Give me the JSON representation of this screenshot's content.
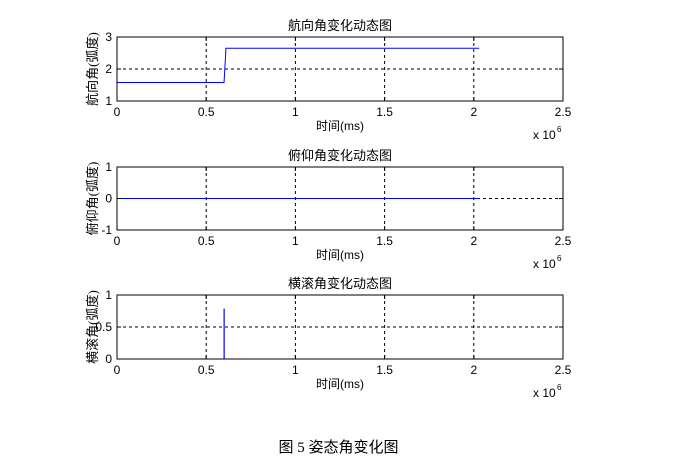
{
  "figure_caption": "图 5  姿态角变化图",
  "chart_data": [
    {
      "type": "line",
      "title": "航向角变化动态图",
      "xlabel": "时间(ms)",
      "ylabel": "航向角(弧度)",
      "xlim": [
        0,
        2.5
      ],
      "ylim": [
        1,
        3
      ],
      "x_exponent_label": "x 10",
      "x_exponent_power": "6",
      "xticks": [
        "0",
        "0.5",
        "1",
        "1.5",
        "2",
        "2.5"
      ],
      "yticks": [
        "1",
        "2",
        "3"
      ],
      "xtick_values": [
        0,
        0.5,
        1,
        1.5,
        2,
        2.5
      ],
      "ytick_values": [
        1,
        2,
        3
      ],
      "grid": "dashed",
      "series": [
        {
          "color": "#0000ff",
          "x": [
            0,
            0.6,
            0.6,
            0.61,
            0.61,
            2.03
          ],
          "y": [
            1.58,
            1.58,
            1.58,
            2.55,
            2.65,
            2.65
          ]
        }
      ]
    },
    {
      "type": "line",
      "title": "俯仰角变化动态图",
      "xlabel": "时间(ms)",
      "ylabel": "俯仰角(弧度)",
      "xlim": [
        0,
        2.5
      ],
      "ylim": [
        -1,
        1
      ],
      "x_exponent_label": "x 10",
      "x_exponent_power": "6",
      "xticks": [
        "0",
        "0.5",
        "1",
        "1.5",
        "2",
        "2.5"
      ],
      "yticks": [
        "-1",
        "0",
        "1"
      ],
      "xtick_values": [
        0,
        0.5,
        1,
        1.5,
        2,
        2.5
      ],
      "ytick_values": [
        -1,
        0,
        1
      ],
      "grid": "dashed",
      "series": [
        {
          "color": "#0000ff",
          "x": [
            0,
            2.03
          ],
          "y": [
            0,
            0
          ]
        }
      ]
    },
    {
      "type": "line",
      "title": "横滚角变化动态图",
      "xlabel": "时间(ms)",
      "ylabel": "横滚角(弧度)",
      "xlim": [
        0,
        2.5
      ],
      "ylim": [
        0,
        1
      ],
      "x_exponent_label": "x 10",
      "x_exponent_power": "6",
      "xticks": [
        "0",
        "0.5",
        "1",
        "1.5",
        "2",
        "2.5"
      ],
      "yticks": [
        "0",
        "0.5",
        "1"
      ],
      "xtick_values": [
        0,
        0.5,
        1,
        1.5,
        2,
        2.5
      ],
      "ytick_values": [
        0,
        0.5,
        1
      ],
      "grid": "dashed",
      "series": [
        {
          "color": "#0000ff",
          "x": [
            0,
            0.6,
            0.6,
            0.601,
            0.601,
            2.03
          ],
          "y": [
            0,
            0,
            0.78,
            0.78,
            0,
            0
          ]
        }
      ]
    }
  ]
}
